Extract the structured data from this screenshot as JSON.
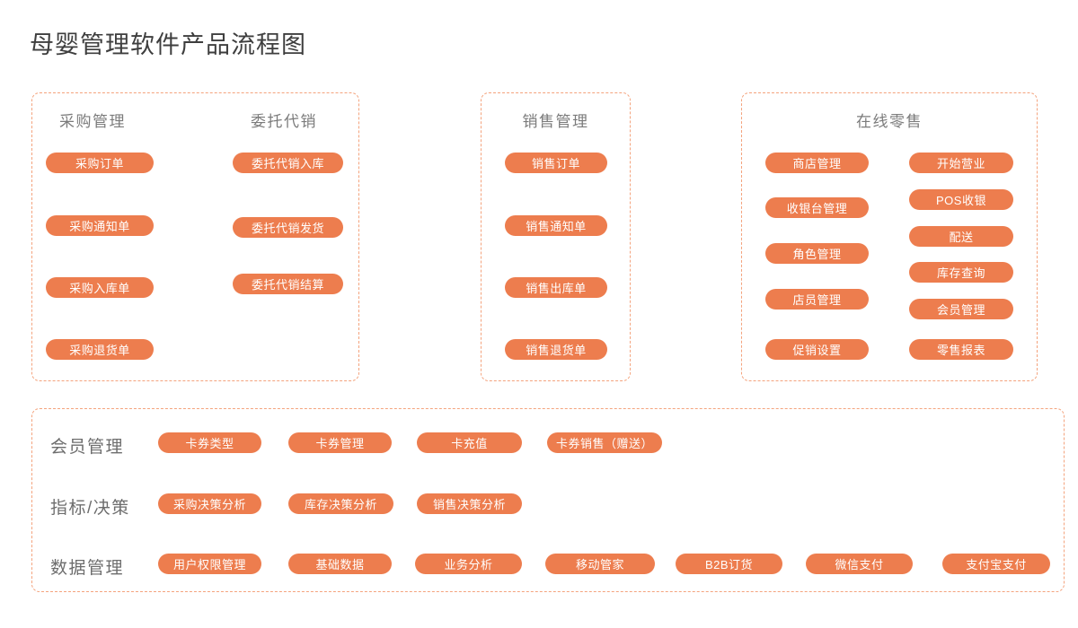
{
  "title": "母婴管理软件产品流程图",
  "colors": {
    "pill_bg": "#ED7D4E",
    "pill_text": "#FFFFFF",
    "box_border": "#F4A37D",
    "header_text": "#7B7B7B",
    "title_text": "#3E3E3E"
  },
  "sections": {
    "purchase": {
      "header": "采购管理",
      "pills": [
        "采购订单",
        "采购通知单",
        "采购入库单",
        "采购退货单"
      ]
    },
    "consignment": {
      "header": "委托代销",
      "pills": [
        "委托代销入库",
        "委托代销发货",
        "委托代销结算"
      ]
    },
    "sales": {
      "header": "销售管理",
      "pills": [
        "销售订单",
        "销售通知单",
        "销售出库单",
        "销售退货单"
      ]
    },
    "online_retail": {
      "header": "在线零售",
      "left_pills": [
        "商店管理",
        "收银台管理",
        "角色管理",
        "店员管理",
        "促销设置"
      ],
      "right_pills": [
        "开始营业",
        "POS收银",
        "配送",
        "库存查询",
        "会员管理",
        "零售报表"
      ]
    },
    "member": {
      "label": "会员管理",
      "pills": [
        "卡券类型",
        "卡券管理",
        "卡充值",
        "卡券销售（赠送）"
      ]
    },
    "metrics": {
      "label": "指标/决策",
      "pills": [
        "采购决策分析",
        "库存决策分析",
        "销售决策分析"
      ]
    },
    "data_mgmt": {
      "label": "数据管理",
      "pills": [
        "用户权限管理",
        "基础数据",
        "业务分析",
        "移动管家",
        "B2B订货",
        "微信支付",
        "支付宝支付"
      ]
    }
  }
}
